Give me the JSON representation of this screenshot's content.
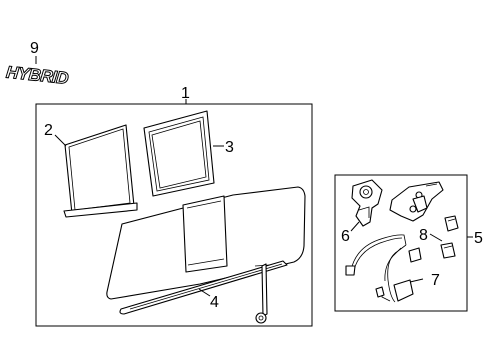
{
  "callouts": {
    "c1": "1",
    "c2": "2",
    "c3": "3",
    "c4": "4",
    "c5": "5",
    "c6": "6",
    "c7": "7",
    "c8": "8",
    "c9": "9"
  },
  "emblem": {
    "text": "HYBRID"
  }
}
